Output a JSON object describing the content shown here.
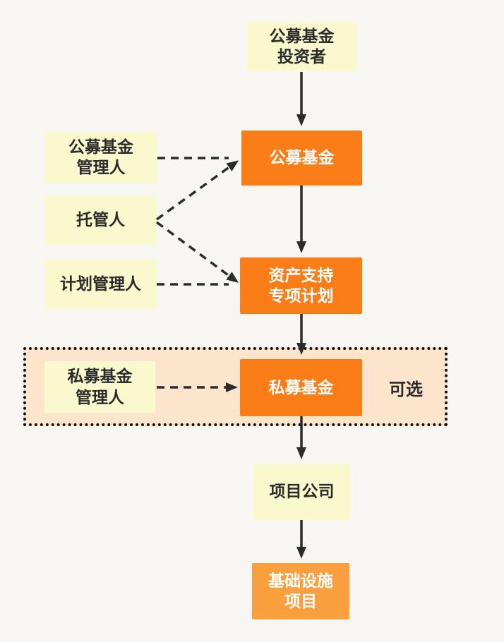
{
  "diagram": {
    "nodes": {
      "public_investors": {
        "label": "公募基金\n投资者"
      },
      "public_fund_manager": {
        "label": "公募基金\n管理人"
      },
      "custodian": {
        "label": "托管人"
      },
      "plan_manager": {
        "label": "计划管理人"
      },
      "public_fund": {
        "label": "公募基金"
      },
      "abs_plan": {
        "label": "资产支持\n专项计划"
      },
      "private_fund_manager": {
        "label": "私募基金\n管理人"
      },
      "private_fund": {
        "label": "私募基金"
      },
      "project_company": {
        "label": "项目公司"
      },
      "infrastructure_project": {
        "label": "基础设施\n项目"
      },
      "optional": {
        "label": "可选"
      }
    }
  },
  "colors": {
    "orange": "#FB7D17",
    "light-orange": "#FA9F3E",
    "yellow": "#FAF9CE",
    "peach": "#FDE5CD",
    "background": "#F7F6F3",
    "ink": "#2B2B2B",
    "arrow": "#2B2B2B",
    "border": "#111111",
    "white-text": "#FFFFFF"
  }
}
